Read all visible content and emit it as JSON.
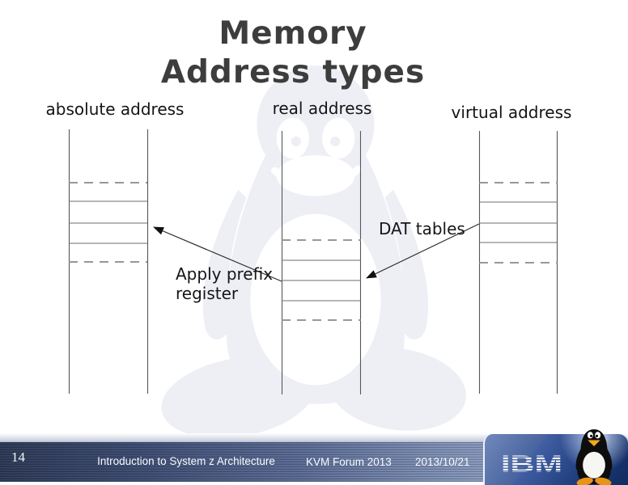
{
  "slide": {
    "title_line1": "Memory",
    "title_line2": "Address types"
  },
  "diagram": {
    "columns": [
      {
        "label": "absolute address"
      },
      {
        "label": "real address"
      },
      {
        "label": "virtual address"
      }
    ],
    "labels": {
      "dat_tables": "DAT tables",
      "apply_prefix": "Apply prefix\nregister"
    }
  },
  "footer": {
    "slide_number": "14",
    "course_title": "Introduction to System z Architecture",
    "event": "KVM Forum 2013",
    "date": "2013/10/21",
    "logo_text": "IBM"
  },
  "colors": {
    "title_text": "#3d3d3d",
    "diagram_line": "#6e6e6e",
    "dashed_line": "#8a8a8a",
    "footer_bar_dark": "#2c3853",
    "footer_bar_light": "#9fb0cf",
    "ibm_box_dark": "#122a5e",
    "ibm_box_light": "#7089ba",
    "tux_orange": "#f5a81c",
    "watermark_gray": "#edeff5"
  }
}
